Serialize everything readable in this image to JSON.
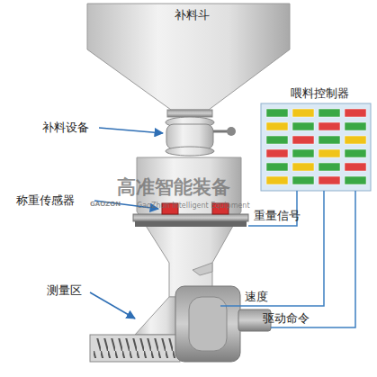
{
  "diagram": {
    "nodes": [
      {
        "text": [
          "补料斗"
        ]
      },
      {
        "text": [
          "喂料控制器"
        ]
      }
    ],
    "labels": [
      "补料设备",
      "称重传感器",
      "重量信号",
      "测量区",
      "速度",
      "驱动命令",
      "高准智能装备",
      "GaoZhun Intelligent Equipment",
      "GAOZON"
    ]
  }
}
